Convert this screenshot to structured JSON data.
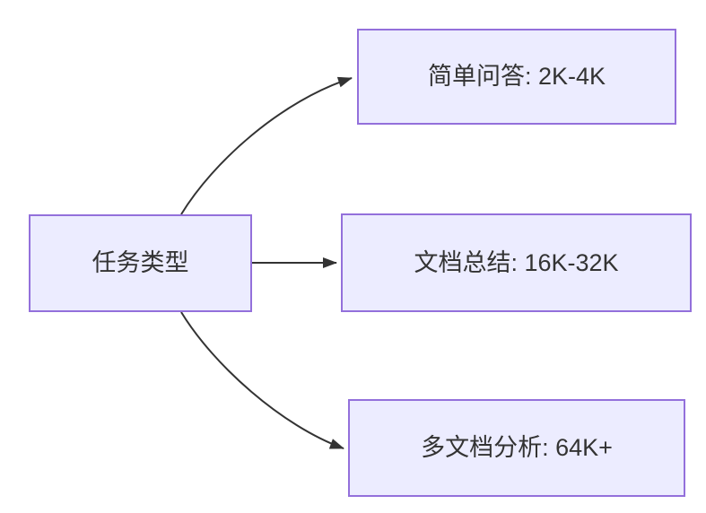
{
  "diagram": {
    "type": "flowchart-left-to-right",
    "root": {
      "label": "任务类型"
    },
    "branches": [
      {
        "label": "简单问答: 2K-4K"
      },
      {
        "label": "文档总结: 16K-32K"
      },
      {
        "label": "多文档分析: 64K+"
      }
    ],
    "colors": {
      "background": "#FFFFFF",
      "node_fill": "#ECECFF",
      "node_border": "#9370DB",
      "edge": "#333333",
      "text": "#333333"
    }
  }
}
